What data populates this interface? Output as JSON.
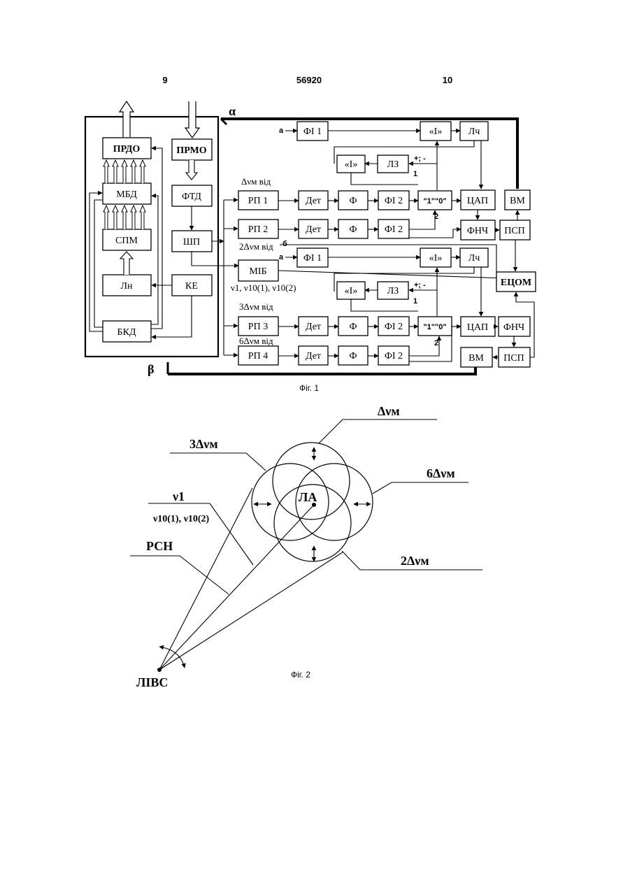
{
  "header": {
    "left_page": "9",
    "patent_number": "56920",
    "right_page": "10"
  },
  "fig1": {
    "caption": "Фіг. 1",
    "left_blocks": {
      "prdo": "ПРДО",
      "prmo": "ПРМО",
      "mbd": "МБД",
      "ftd": "ФТД",
      "spm": "СПМ",
      "shp": "ШП",
      "ln": "Лн",
      "ke": "КЕ",
      "bkd": "БКД"
    },
    "mib": "МІБ",
    "mib_freqs": "ν1, ν10(1), ν10(2)",
    "alpha": "α",
    "beta": "β",
    "top_group": {
      "input_a": "а",
      "fi1": "ФІ 1",
      "and1": "«І»",
      "lch": "Лч",
      "and2": "«І»",
      "lz": "ЛЗ",
      "plus_minus": "+; -",
      "one": "1",
      "two": "2"
    },
    "bottom_group": {
      "input_a": "а",
      "fi1": "ФІ 1",
      "and1": "«І»",
      "lch": "Лч",
      "and2": "«І»",
      "lz": "ЛЗ",
      "plus_minus": "+; -",
      "one": "1",
      "two": "2"
    },
    "label_b": "б",
    "rows": [
      {
        "label": "Δνм від",
        "rp": "РП 1",
        "det": "Дет",
        "f": "Ф",
        "fi2": "ФІ 2"
      },
      {
        "label": "2Δνм від",
        "rp": "РП 2",
        "det": "Дет",
        "f": "Ф",
        "fi2": "ФІ 2"
      },
      {
        "label": "3Δνм від",
        "rp": "РП 3",
        "det": "Дет",
        "f": "Ф",
        "fi2": "ФІ 2"
      },
      {
        "label": "6Δνм від",
        "rp": "РП 4",
        "det": "Дет",
        "f": "Ф",
        "fi2": "ФІ 2"
      }
    ],
    "switch_label": "\"1\"\"0\"",
    "right_blocks": {
      "tsap": "ЦАП",
      "vm": "ВМ",
      "fnch": "ФНЧ",
      "psp": "ПСП",
      "etsom": "ЕЦОМ"
    }
  },
  "fig2": {
    "caption": "Фіг. 2",
    "labels": {
      "d1": "Δνм",
      "d3": "3Δνм",
      "d6": "6Δνм",
      "d2": "2Δνм",
      "nu1": "ν1",
      "nu10": "ν10(1), ν10(2)",
      "rsn": "РСН",
      "la": "ЛА",
      "livs": "ЛІВС"
    }
  }
}
